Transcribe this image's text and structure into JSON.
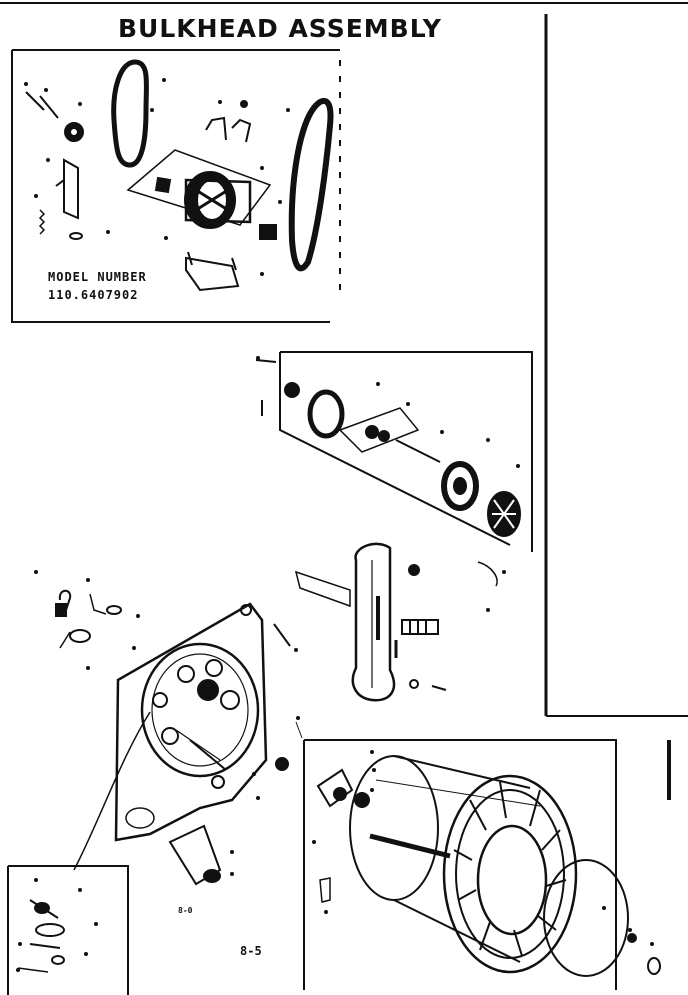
{
  "title": "BULKHEAD ASSEMBLY",
  "model": {
    "label": "MODEL NUMBER",
    "number": "110.6407902"
  },
  "page_code": "8-5",
  "minor_text": "8-0",
  "colors": {
    "ink": "#111111",
    "paper": "#ffffff"
  }
}
